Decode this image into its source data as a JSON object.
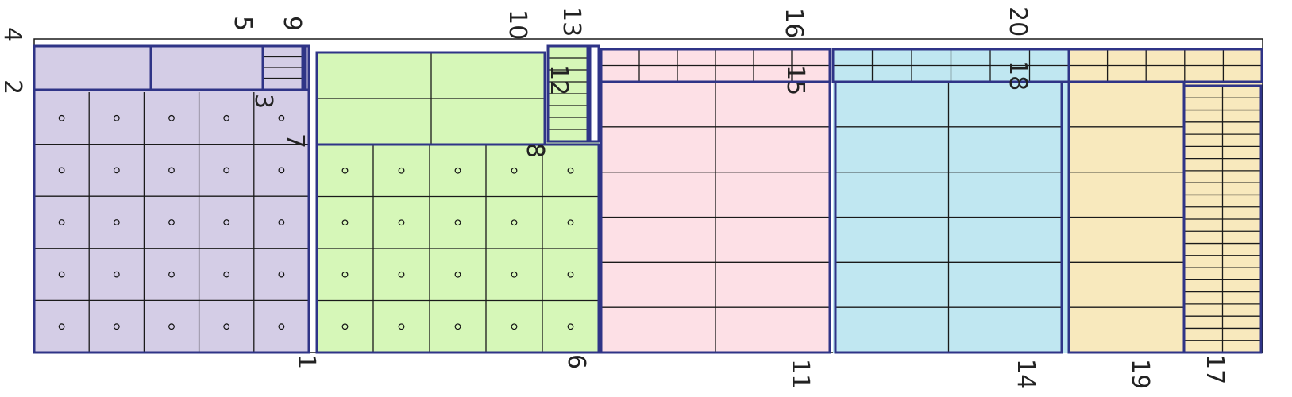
{
  "colors": {
    "purple": "#d4cde6",
    "green": "#d6f7b8",
    "pink": "#fde0e6",
    "blue": "#c0e7f1",
    "yellow": "#f8e9bd",
    "border_heavy": "#2f3487",
    "border_thin": "#1a1a1a"
  },
  "labels": {
    "l1": "1",
    "l2": "2",
    "l3": "3",
    "l4": "4",
    "l5": "5",
    "l6": "6",
    "l7": "7",
    "l8": "8",
    "l9": "9",
    "l10": "10",
    "l11": "11",
    "l12": "12",
    "l13": "13",
    "l14": "14",
    "l15": "15",
    "l16": "16",
    "l17": "17",
    "l18": "18",
    "l19": "19",
    "l20": "20"
  }
}
